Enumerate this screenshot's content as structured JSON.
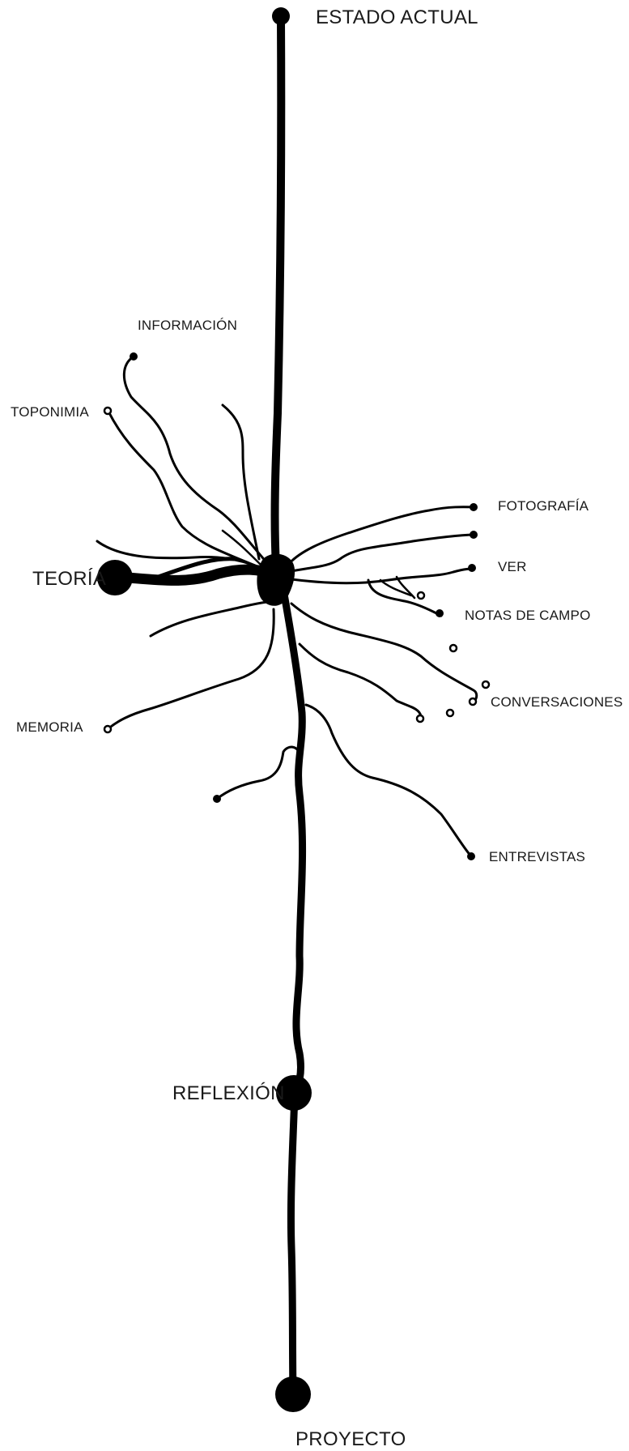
{
  "labels": {
    "estado_actual": "ESTADO ACTUAL",
    "informacion": "INFORMACIÓN",
    "toponimia": "TOPONIMIA",
    "teoria": "TEORÍA",
    "memoria": "MEMORIA",
    "fotografia": "FOTOGRAFÍA",
    "ver": "VER",
    "notas_de_campo": "NOTAS DE CAMPO",
    "conversaciones": "CONVERSACIONES",
    "entrevistas": "ENTREVISTAS",
    "reflexion": "REFLEXIÓN",
    "proyecto": "PROYECTO"
  },
  "colors": {
    "ink": "#000000",
    "paper": "#ffffff",
    "text": "#1a1a1a"
  }
}
